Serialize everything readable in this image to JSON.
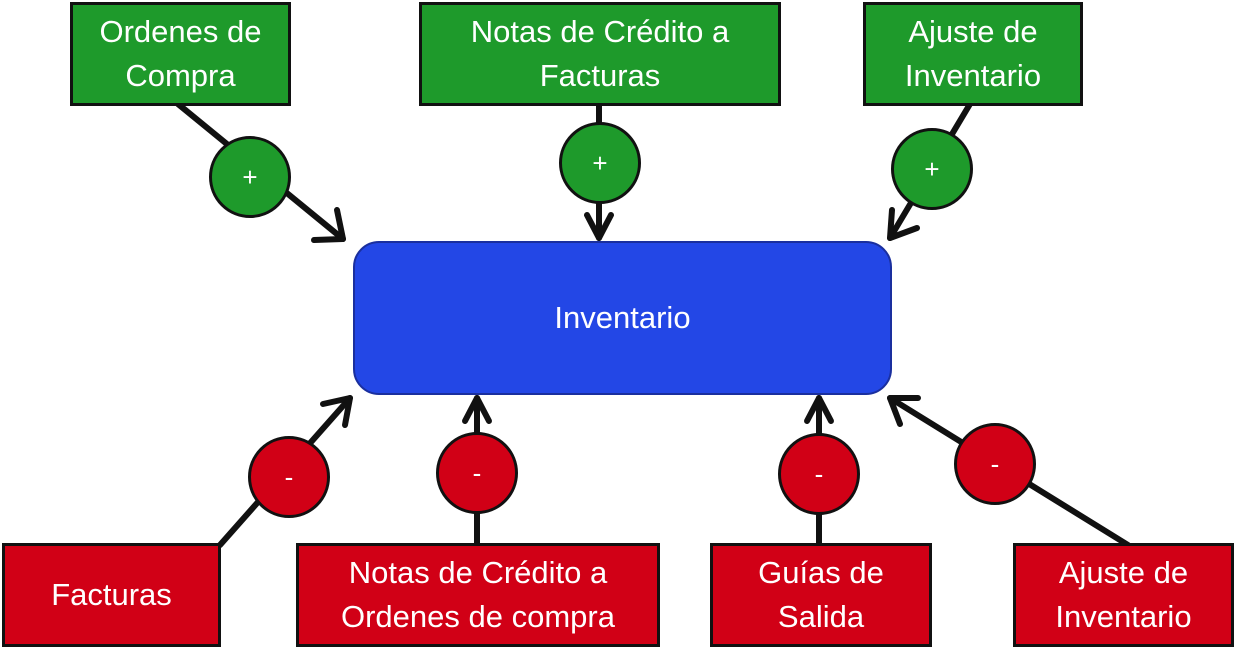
{
  "center": {
    "label": "Inventario"
  },
  "inputs": [
    {
      "label": "Ordenes de\nCompra",
      "sign": "+"
    },
    {
      "label": "Notas de Crédito a\nFacturas",
      "sign": "+"
    },
    {
      "label": "Ajuste de\nInventario",
      "sign": "+"
    }
  ],
  "outputs": [
    {
      "label": "Facturas",
      "sign": "-"
    },
    {
      "label": "Notas de Crédito a\nOrdenes de compra",
      "sign": "-"
    },
    {
      "label": "Guías de\nSalida",
      "sign": "-"
    },
    {
      "label": "Ajuste de\nInventario",
      "sign": "-"
    }
  ],
  "colors": {
    "increase": "#1e9a2b",
    "decrease": "#d10016",
    "inventory": "#2347e6",
    "stroke": "#111111"
  }
}
